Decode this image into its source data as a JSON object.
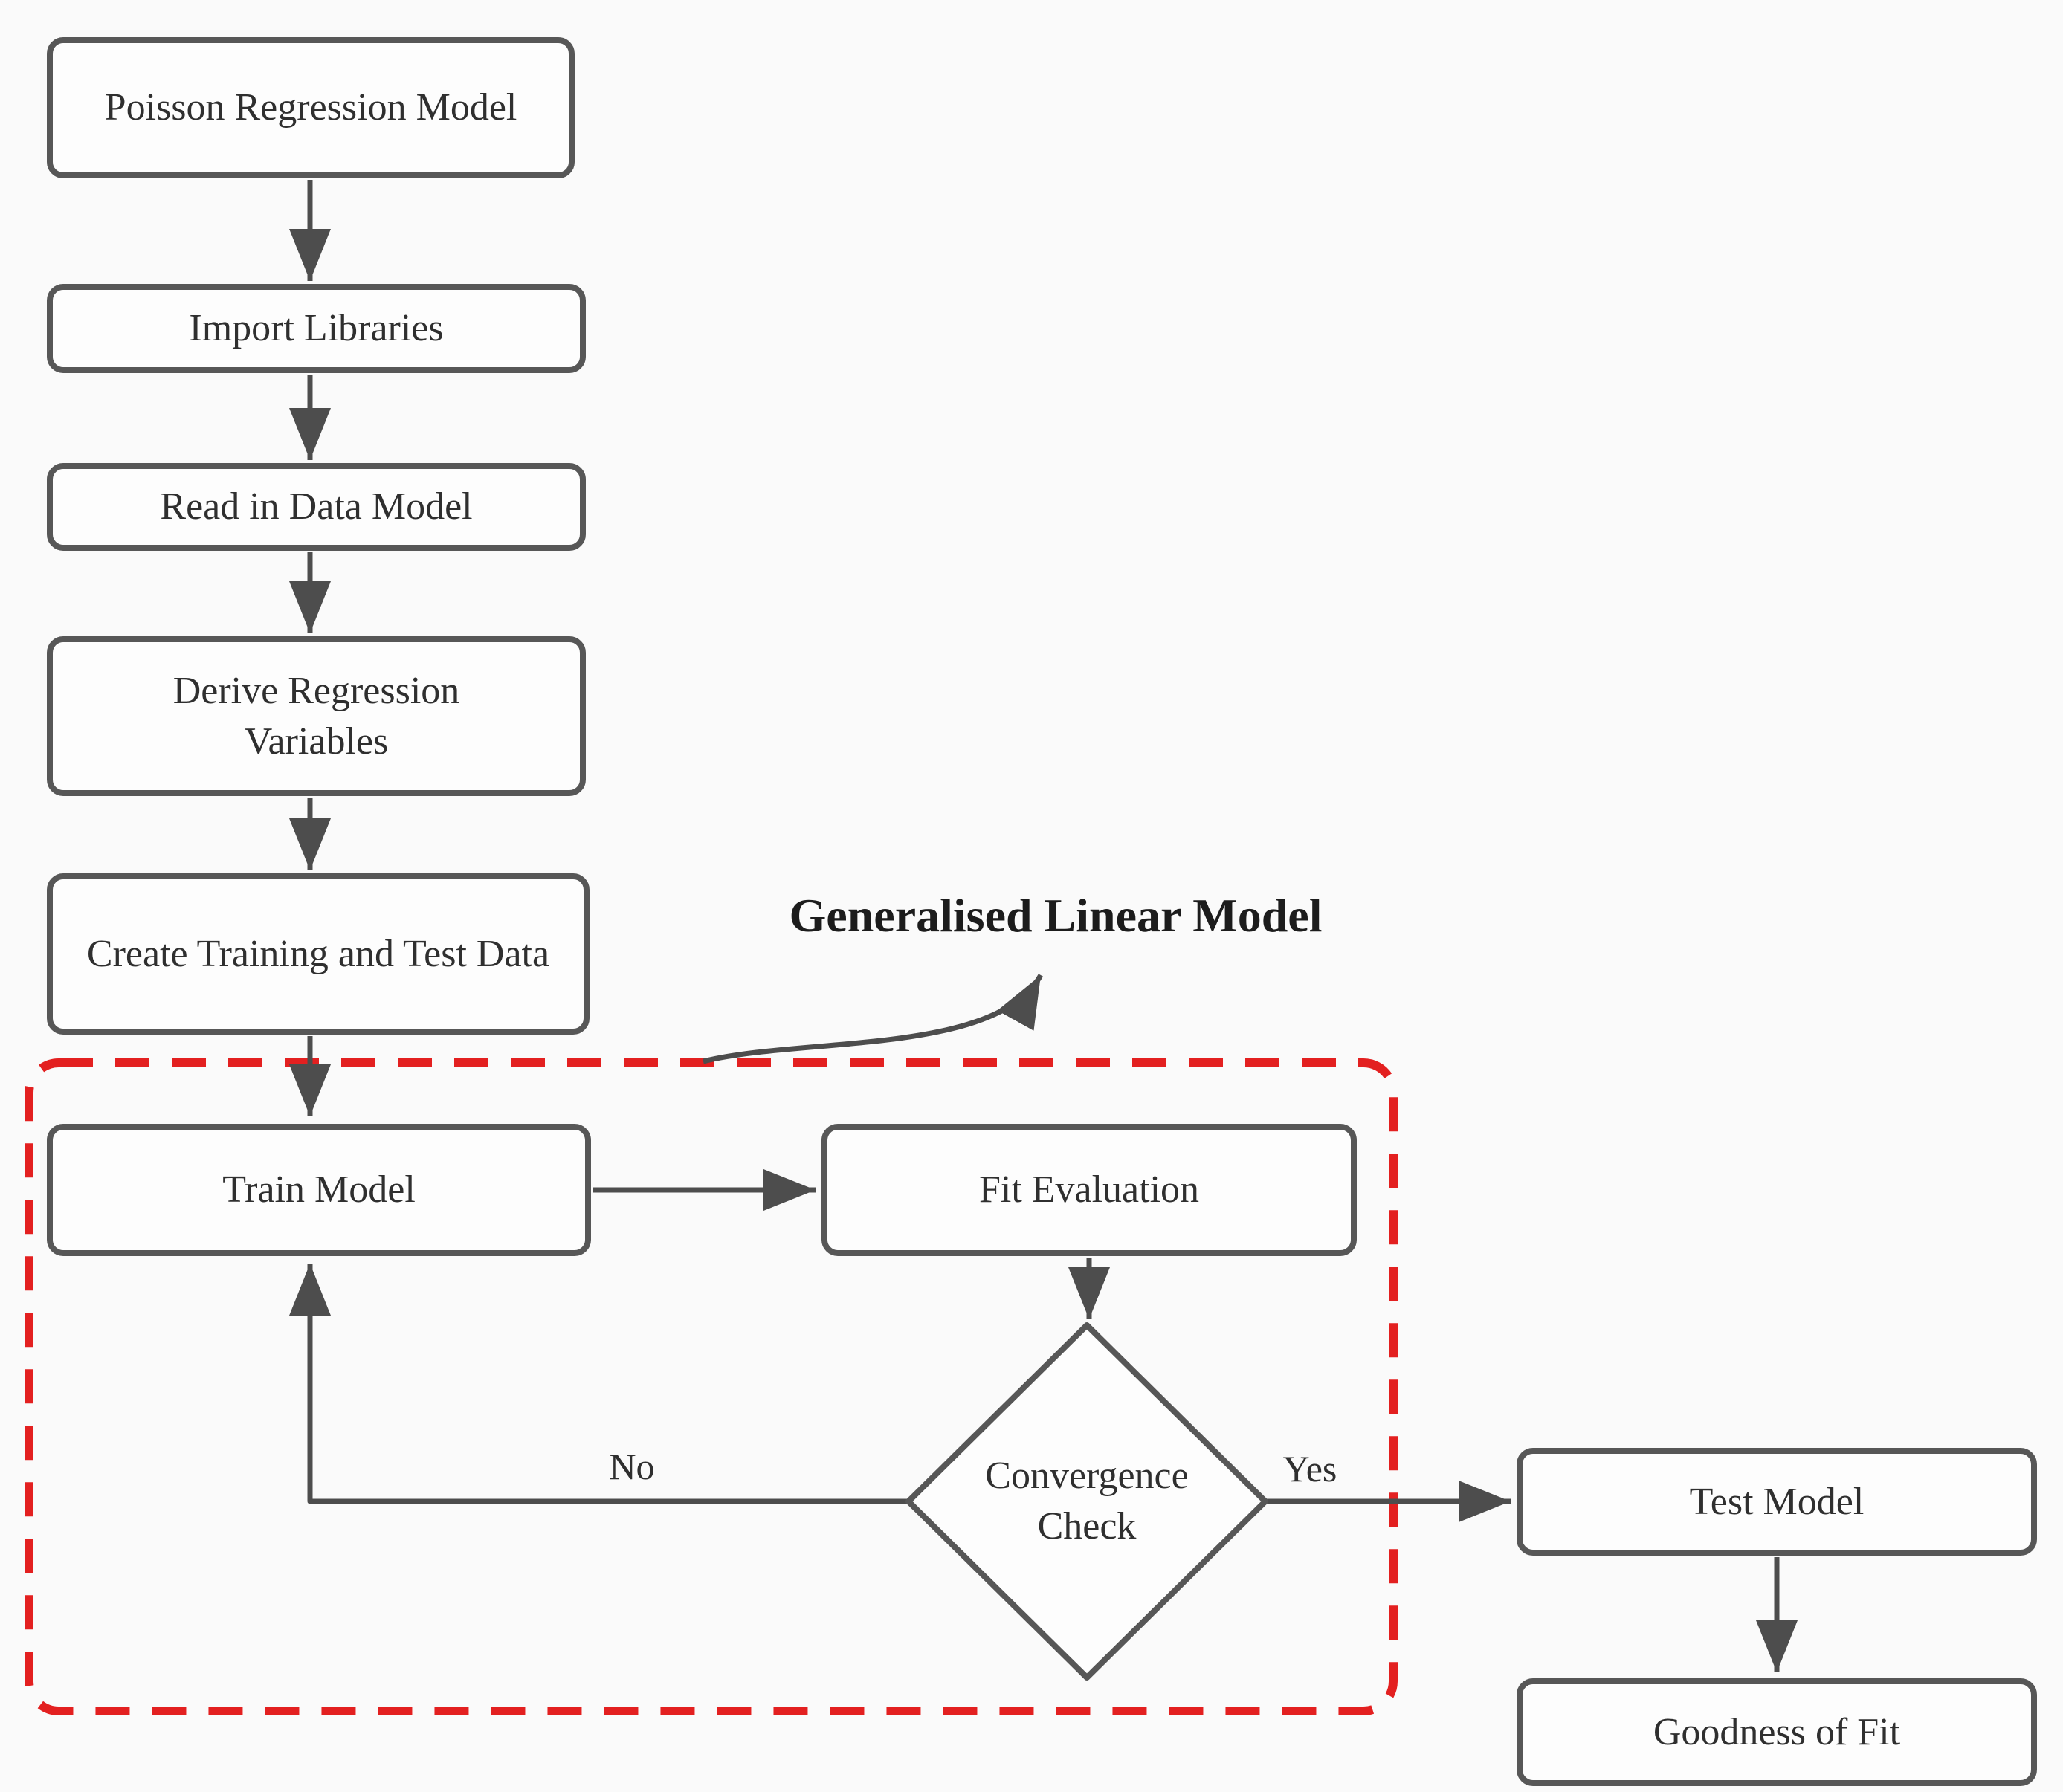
{
  "diagram": {
    "annotation": "Generalised Linear Model",
    "nodes": {
      "poisson": "Poisson Regression Model",
      "import": "Import Libraries",
      "read": "Read in Data Model",
      "derive": "Derive Regression Variables",
      "create": "Create Training and Test Data",
      "train": "Train Model",
      "fit": "Fit Evaluation",
      "convergence": "Convergence Check",
      "test": "Test Model",
      "goodness": "Goodness of Fit"
    },
    "edge_labels": {
      "no": "No",
      "yes": "Yes"
    },
    "edges": [
      {
        "from": "poisson",
        "to": "import"
      },
      {
        "from": "import",
        "to": "read"
      },
      {
        "from": "read",
        "to": "derive"
      },
      {
        "from": "derive",
        "to": "create"
      },
      {
        "from": "create",
        "to": "train"
      },
      {
        "from": "train",
        "to": "fit"
      },
      {
        "from": "fit",
        "to": "convergence"
      },
      {
        "from": "convergence",
        "to": "train",
        "label": "No"
      },
      {
        "from": "convergence",
        "to": "test",
        "label": "Yes"
      },
      {
        "from": "test",
        "to": "goodness"
      },
      {
        "from": "glm_boundary",
        "to": "annotation"
      }
    ],
    "colors": {
      "box_border": "#575757",
      "arrow": "#4d4d4d",
      "dashed_border": "#e32020",
      "text": "#2f2f2f",
      "box_fill": "#fdfdfd",
      "background": "#fafafa",
      "annotation_text": "#1c1c1c"
    }
  }
}
